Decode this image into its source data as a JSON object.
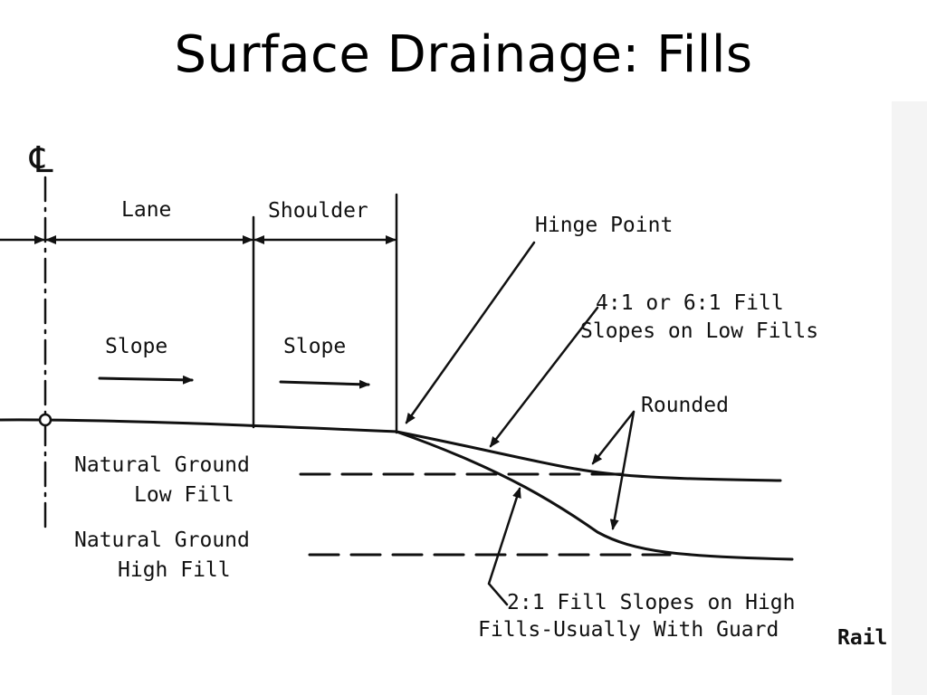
{
  "slide": {
    "title": "Surface Drainage:  Fills"
  },
  "diagram": {
    "centerline_symbol": "℄",
    "labels": {
      "lane": "Lane",
      "shoulder": "Shoulder",
      "slope_lane": "Slope",
      "slope_shoulder": "Slope",
      "hinge_point": "Hinge Point",
      "low_fill_slopes_line1": "4:1 or 6:1 Fill",
      "low_fill_slopes_line2": "Slopes on Low Fills",
      "rounded": "Rounded",
      "natural_ground_low_line1": "Natural Ground",
      "natural_ground_low_line2": "Low Fill",
      "natural_ground_high_line1": "Natural Ground",
      "natural_ground_high_line2": "High Fill",
      "high_fill_slopes_line1": "2:1 Fill Slopes on High",
      "high_fill_slopes_line2": "Fills-Usually With Guard",
      "high_fill_slopes_rail": "Rail"
    },
    "colors": {
      "ink": "#111111",
      "background": "#ffffff"
    }
  }
}
